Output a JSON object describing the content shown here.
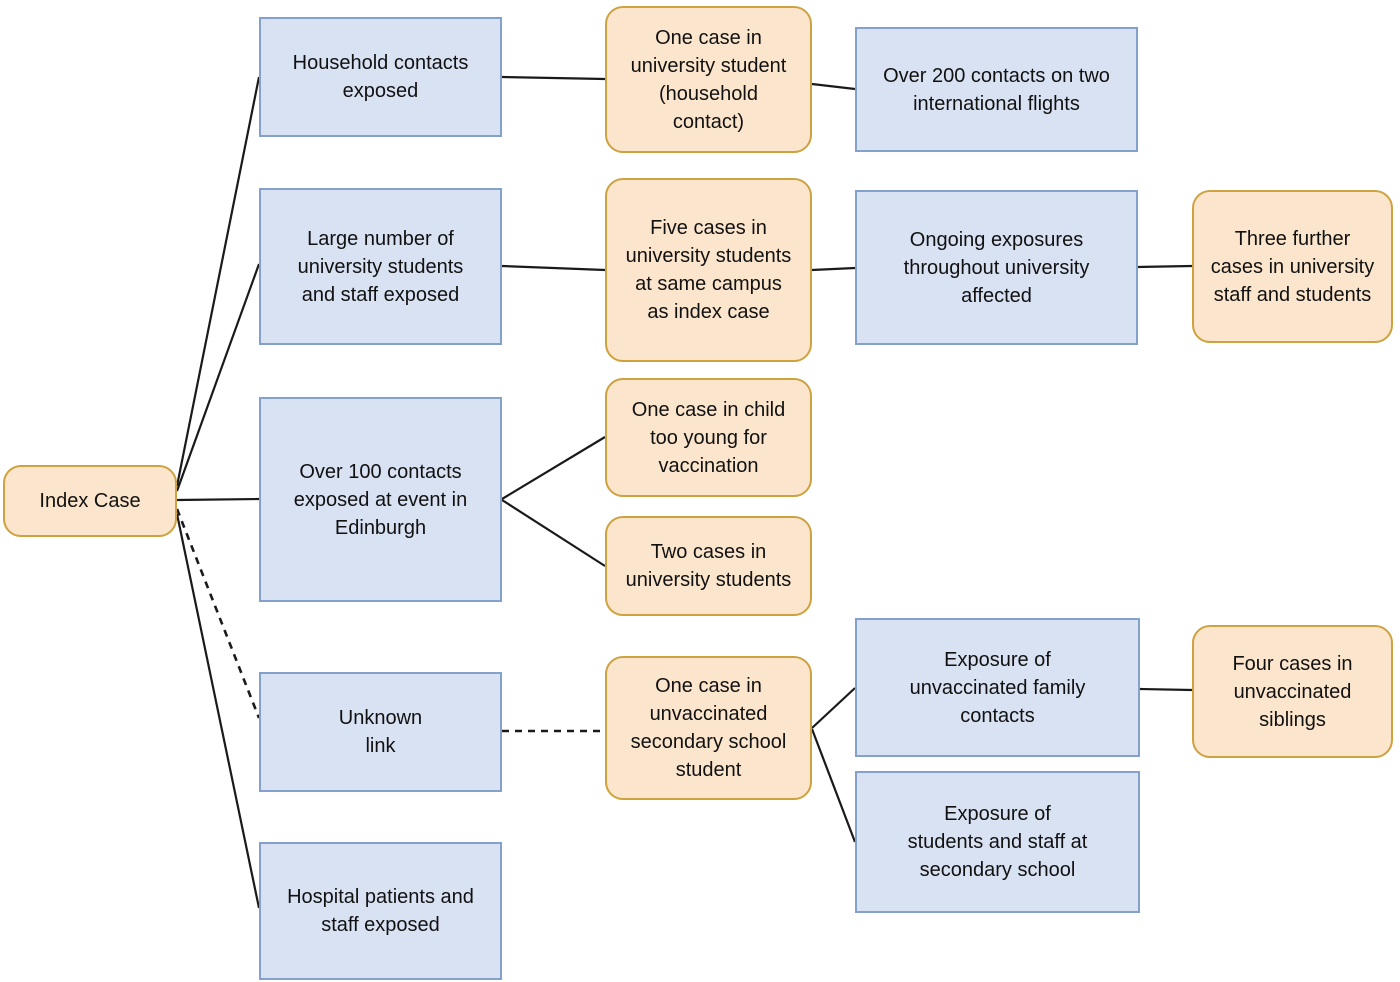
{
  "colors": {
    "case_fill": "#fce5cd",
    "case_border": "#cda23f",
    "exposure_fill": "#d9e2f3",
    "exposure_border": "#84a1cc",
    "line": "#1a1a1a",
    "background": "#ffffff",
    "text": "#111111"
  },
  "nodes": [
    {
      "id": "index-case",
      "type": "case",
      "label": "Index Case"
    },
    {
      "id": "household-contacts",
      "type": "exposure",
      "label": "Household contacts\nexposed"
    },
    {
      "id": "one-case-university",
      "type": "case",
      "label": "One case in\nuniversity student\n(household\ncontact)"
    },
    {
      "id": "flight-contacts",
      "type": "exposure",
      "label": "Over 200 contacts on two\ninternational flights"
    },
    {
      "id": "university-exposed",
      "type": "exposure",
      "label": "Large number of\nuniversity students\nand staff exposed"
    },
    {
      "id": "five-cases-campus",
      "type": "case",
      "label": "Five cases in\nuniversity students\nat same campus\nas index case"
    },
    {
      "id": "ongoing-exposures",
      "type": "exposure",
      "label": "Ongoing exposures\nthroughout university\naffected"
    },
    {
      "id": "three-further-cases",
      "type": "case",
      "label": "Three further\ncases in university\nstaff and students"
    },
    {
      "id": "event-contacts",
      "type": "exposure",
      "label": "Over 100 contacts\nexposed at event in\nEdinburgh"
    },
    {
      "id": "child-case",
      "type": "case",
      "label": "One case in child\ntoo young for\nvaccination"
    },
    {
      "id": "two-cases-university",
      "type": "case",
      "label": "Two cases in\nuniversity students"
    },
    {
      "id": "unknown-link",
      "type": "exposure",
      "label": "Unknown\nlink"
    },
    {
      "id": "secondary-school-case",
      "type": "case",
      "label": "One case in\nunvaccinated\nsecondary school\nstudent"
    },
    {
      "id": "family-contacts-exposure",
      "type": "exposure",
      "label": "Exposure of\nunvaccinated family\ncontacts"
    },
    {
      "id": "four-cases-siblings",
      "type": "case",
      "label": "Four cases in\nunvaccinated\nsiblings"
    },
    {
      "id": "secondary-school-exposure",
      "type": "exposure",
      "label": "Exposure of\nstudents and staff at\nsecondary school"
    },
    {
      "id": "hospital-exposed",
      "type": "exposure",
      "label": "Hospital patients and\nstaff exposed"
    }
  ],
  "edges": [
    {
      "from": "index-case",
      "to": "household-contacts",
      "style": "solid"
    },
    {
      "from": "index-case",
      "to": "university-exposed",
      "style": "solid"
    },
    {
      "from": "index-case",
      "to": "event-contacts",
      "style": "solid"
    },
    {
      "from": "index-case",
      "to": "unknown-link",
      "style": "dashed"
    },
    {
      "from": "index-case",
      "to": "hospital-exposed",
      "style": "solid"
    },
    {
      "from": "household-contacts",
      "to": "one-case-university",
      "style": "solid"
    },
    {
      "from": "one-case-university",
      "to": "flight-contacts",
      "style": "solid"
    },
    {
      "from": "university-exposed",
      "to": "five-cases-campus",
      "style": "solid"
    },
    {
      "from": "five-cases-campus",
      "to": "ongoing-exposures",
      "style": "solid"
    },
    {
      "from": "ongoing-exposures",
      "to": "three-further-cases",
      "style": "solid"
    },
    {
      "from": "event-contacts",
      "to": "child-case",
      "style": "solid"
    },
    {
      "from": "event-contacts",
      "to": "two-cases-university",
      "style": "solid"
    },
    {
      "from": "unknown-link",
      "to": "secondary-school-case",
      "style": "dashed"
    },
    {
      "from": "secondary-school-case",
      "to": "family-contacts-exposure",
      "style": "solid"
    },
    {
      "from": "secondary-school-case",
      "to": "secondary-school-exposure",
      "style": "solid"
    },
    {
      "from": "family-contacts-exposure",
      "to": "four-cases-siblings",
      "style": "solid"
    }
  ]
}
